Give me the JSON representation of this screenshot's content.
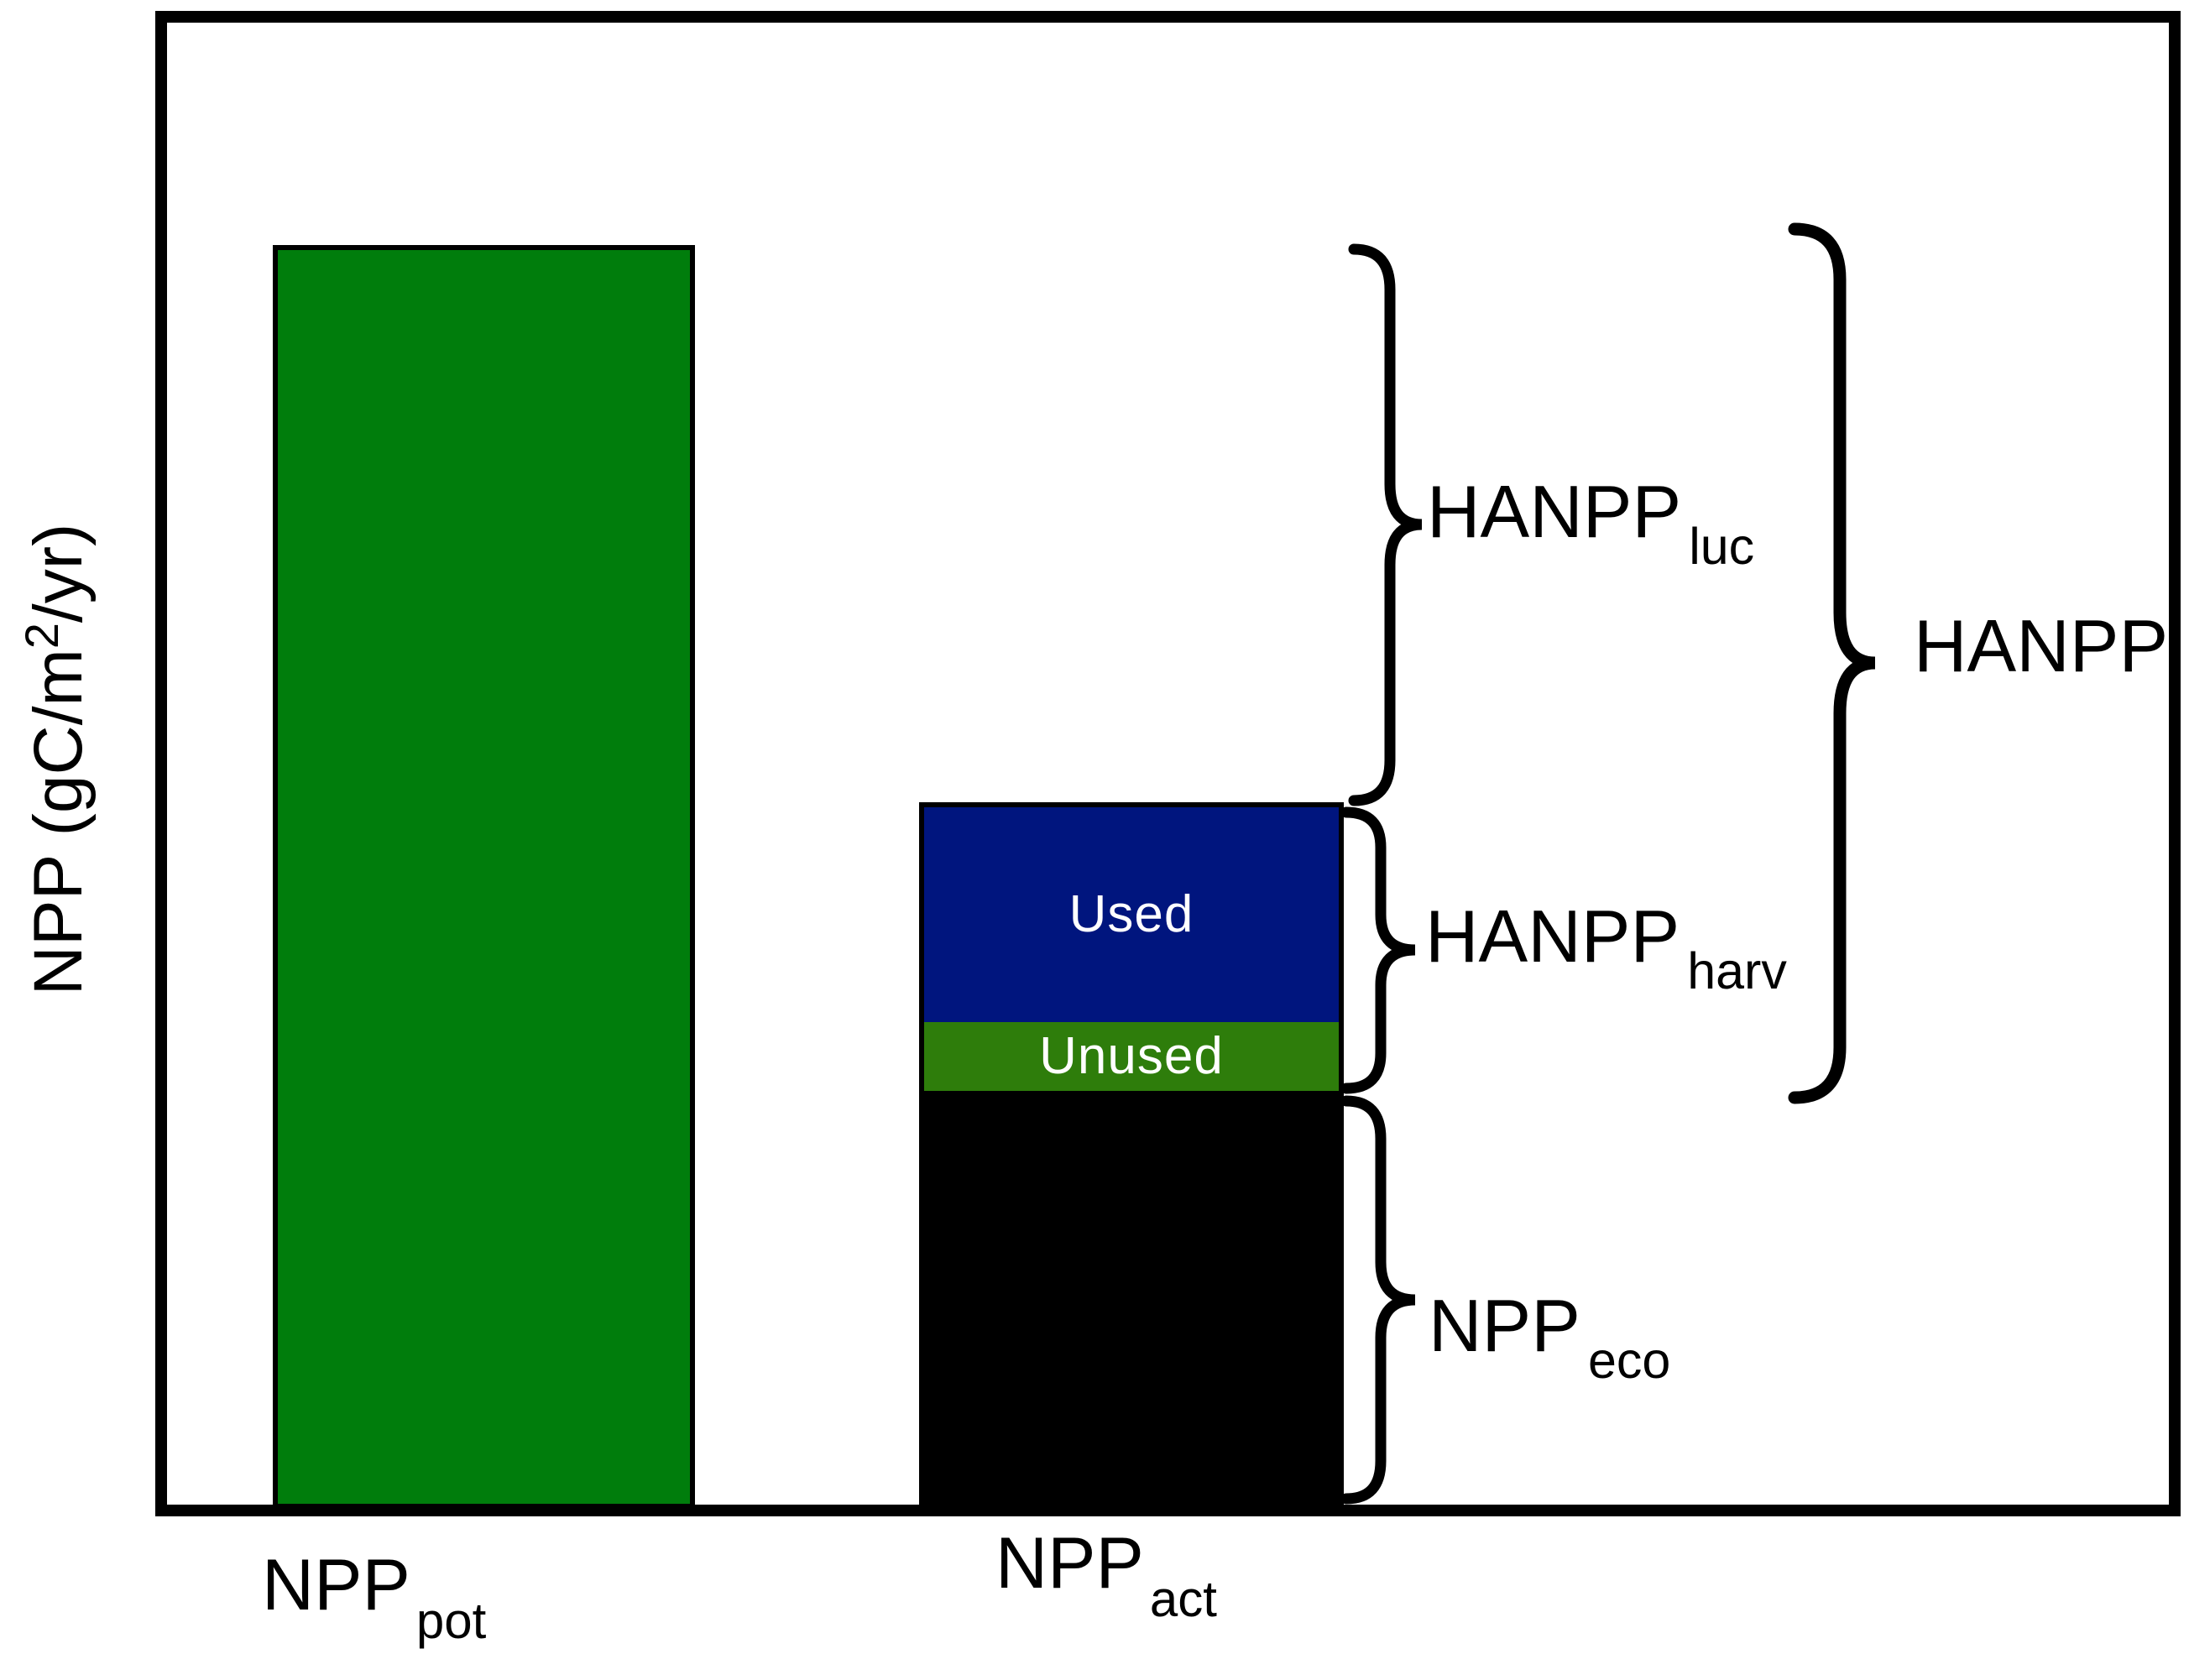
{
  "figure_title": "HANPP concept bar diagram",
  "labels": {
    "y_axis_pre": "NPP (gC/m",
    "y_axis_sup": "2",
    "y_axis_post": "/yr)",
    "bar_pot_main": "NPP",
    "bar_pot_sub": "pot",
    "bar_act_main": "NPP",
    "bar_act_sub": "act",
    "segment_used": "Used",
    "segment_unused": "Unused",
    "hanpp_luc_main": "HANPP",
    "hanpp_luc_sub": "luc",
    "hanpp_harv_main": "HANPP",
    "hanpp_harv_sub": "harv",
    "npp_eco_main": "NPP",
    "npp_eco_sub": "eco",
    "hanpp_main": "HANPP"
  },
  "colors": {
    "npp_pot_fill": "#007D0C",
    "used_fill": "#00157E",
    "unused_fill": "#2E7D0B",
    "npp_eco_fill": "#000000",
    "outline": "#000000",
    "background": "#FFFFFF",
    "segment_text": "#FFFFFF"
  },
  "chart_data": {
    "type": "bar",
    "stacked": true,
    "title": "",
    "xlabel": "",
    "ylabel": "NPP (gC/m²/yr)",
    "y_axis_numeric": false,
    "units_note": "No numeric scale or ticks are shown; values are relative fractions of NPP_pot (= 1.0), estimated from bar pixel heights.",
    "categories": [
      "NPP_pot",
      "NPP_act"
    ],
    "series": [
      {
        "name": "NPP_pot",
        "color": "#007D0C",
        "values": [
          1.0,
          0
        ]
      },
      {
        "name": "Used",
        "color": "#00157E",
        "values": [
          0,
          0.17
        ]
      },
      {
        "name": "Unused",
        "color": "#2E7D0B",
        "values": [
          0,
          0.054
        ]
      },
      {
        "name": "NPP_eco",
        "color": "#000000",
        "values": [
          0,
          0.336
        ]
      }
    ],
    "annotations": [
      {
        "label": "HANPP_luc",
        "spans": "from top of NPP_act to top of NPP_pot",
        "relative_value": 0.44
      },
      {
        "label": "HANPP_harv",
        "spans": "Used + Unused segments of NPP_act",
        "relative_value": 0.224
      },
      {
        "label": "NPP_eco",
        "spans": "black bottom segment of NPP_act",
        "relative_value": 0.336
      },
      {
        "label": "HANPP",
        "spans": "HANPP_luc + HANPP_harv",
        "relative_value": 0.664
      }
    ],
    "legend": false,
    "grid": false
  }
}
